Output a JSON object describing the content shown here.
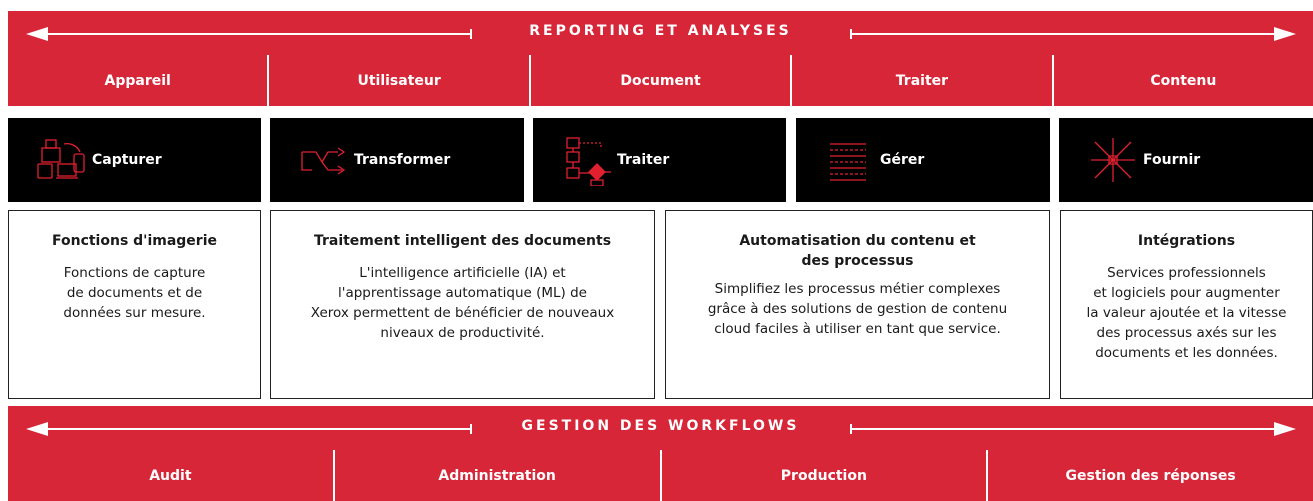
{
  "top_band": {
    "title": "REPORTING ET ANALYSES",
    "columns": [
      "Appareil",
      "Utilisateur",
      "Document",
      "Traiter",
      "Contenu"
    ]
  },
  "stages": [
    {
      "label": "Capturer",
      "icon": "devices-icon"
    },
    {
      "label": "Transformer",
      "icon": "transform-arrows-icon"
    },
    {
      "label": "Traiter",
      "icon": "process-flow-icon"
    },
    {
      "label": "Gérer",
      "icon": "server-rack-icon"
    },
    {
      "label": "Fournir",
      "icon": "starburst-icon"
    }
  ],
  "boxes": [
    {
      "title": "Fonctions d'imagerie",
      "lines": [
        "Fonctions de capture",
        "de documents et de",
        "données sur mesure."
      ]
    },
    {
      "title": "Traitement intelligent des documents",
      "lines": [
        "L'intelligence artificielle (IA) et",
        "l'apprentissage automatique (ML) de",
        "Xerox permettent de bénéficier de nouveaux",
        "niveaux de productivité."
      ]
    },
    {
      "title_lines": [
        "Automatisation du contenu et",
        "des processus"
      ],
      "lines": [
        "Simplifiez les processus métier complexes",
        "grâce à des solutions de gestion de contenu",
        "cloud faciles à utiliser en tant que service."
      ]
    },
    {
      "title": "Intégrations",
      "lines": [
        "Services professionnels",
        "et logiciels pour augmenter",
        "la valeur ajoutée et la vitesse",
        "des processus axés sur les",
        "documents et les données."
      ]
    }
  ],
  "bottom_band": {
    "title": "GESTION DES WORKFLOWS",
    "columns": [
      "Audit",
      "Administration",
      "Production",
      "Gestion des réponses"
    ]
  },
  "colors": {
    "brand_red": "#d72638",
    "stage_black": "#000000",
    "icon_red": "#e0202f"
  }
}
